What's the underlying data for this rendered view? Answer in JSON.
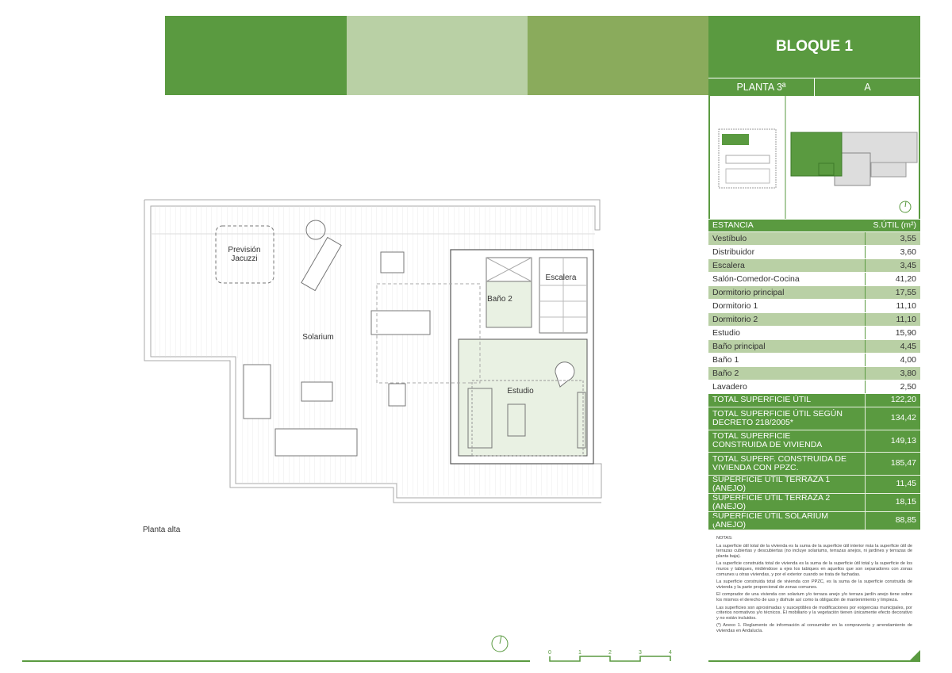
{
  "header": {
    "title": "BLOQUE 1",
    "planta": "PLANTA 3ª",
    "letra": "A"
  },
  "colors": {
    "green": "#5a9a40",
    "light_green": "#b9d0a5",
    "mid_green": "#8aab5c",
    "room_fill": "#e9f1e3"
  },
  "table": {
    "headers": [
      "ESTANCIA",
      "S.ÚTIL (m²)"
    ],
    "rows": [
      {
        "name": "Vestíbulo",
        "value": "3,55"
      },
      {
        "name": "Distribuidor",
        "value": "3,60"
      },
      {
        "name": "Escalera",
        "value": "3,45"
      },
      {
        "name": "Salón-Comedor-Cocina",
        "value": "41,20"
      },
      {
        "name": "Dormitorio principal",
        "value": "17,55"
      },
      {
        "name": "Dormitorio 1",
        "value": "11,10"
      },
      {
        "name": "Dormitorio 2",
        "value": "11,10"
      },
      {
        "name": "Estudio",
        "value": "15,90"
      },
      {
        "name": "Baño principal",
        "value": "4,45"
      },
      {
        "name": "Baño 1",
        "value": "4,00"
      },
      {
        "name": "Baño 2",
        "value": "3,80"
      },
      {
        "name": "Lavadero",
        "value": "2,50"
      }
    ],
    "totals": [
      {
        "name": "TOTAL SUPERFICIE ÚTIL",
        "value": "122,20"
      },
      {
        "name": "TOTAL SUPERFICIE ÚTIL SEGÚN DECRETO 218/2005*",
        "value": "134,42"
      },
      {
        "name": "TOTAL SUPERFICIE CONSTRUIDA DE VIVIENDA",
        "value": "149,13"
      },
      {
        "name": "TOTAL SUPERF. CONSTRUIDA DE VIVIENDA CON PPZC.",
        "value": "185,47"
      },
      {
        "name": "SUPERFICIE ÚTIL TERRAZA 1 (ANEJO)",
        "value": "11,45"
      },
      {
        "name": "SUPERFICIE ÚTIL TERRAZA 2 (ANEJO)",
        "value": "18,15"
      },
      {
        "name": "SUPERFICIE ÚTIL SOLARIUM (ANEJO)",
        "value": "88,85"
      }
    ]
  },
  "notes": {
    "title": "NOTAS:",
    "items": [
      "La superficie útil total de la vivienda es la suma de la superficie útil interior más la superficie útil de terrazas cubiertas y descubiertas (no incluye solariums, terrazas anejos, ni jardines y terrazas de planta baja).",
      "La superficie construida total de vivienda es la suma de la superficie útil total y la superficie de los muros y tabiques, midiéndose a ejes los tabiques en aquellos que son separadores con zonas comunes u otras viviendas, y por el exterior cuando se trata de fachadas.",
      "La superficie construida total de vivienda con PPZC, es la suma de la superficie construida de vivienda y la parte proporcional de zonas comunes.",
      "El comprador de una vivienda con solarium y/o terraza anejo y/o terraza jardín anejo tiene sobre los mismos el derecho de uso y disfrute así como la obligación de mantenimiento y limpieza.",
      "Las superficies son aproximadas y susceptibles de modificaciones por exigencias municipales, por criterios normativos y/o técnicos. El mobiliario y la vegetación tienen únicamente efecto decorativo y no están incluidos.",
      "(*) Anexo 1. Reglamento de información al consumidor en la compraventa y arrendamiento de viviendas en Andalucía."
    ]
  },
  "plan": {
    "caption": "Planta alta",
    "rooms": {
      "jacuzzi_1": "Previsión",
      "jacuzzi_2": "Jacuzzi",
      "solarium": "Solarium",
      "bano2": "Baño 2",
      "escalera": "Escalera",
      "estudio": "Estudio"
    },
    "scale_ticks": [
      "0",
      "1",
      "2",
      "3",
      "4"
    ]
  }
}
